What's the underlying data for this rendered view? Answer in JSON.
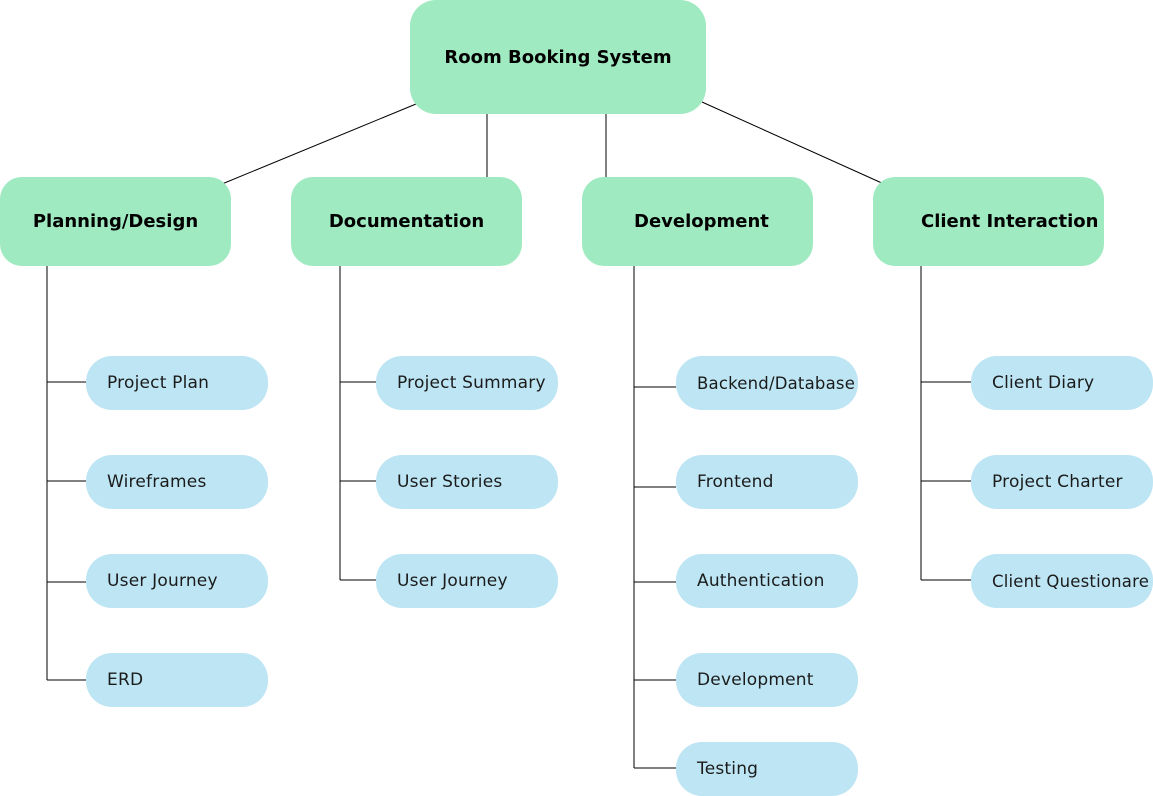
{
  "root": {
    "label": "Room Booking System"
  },
  "categories": [
    {
      "label": "Planning/Design",
      "items": [
        "Project Plan",
        "Wireframes",
        "User Journey",
        "ERD"
      ]
    },
    {
      "label": "Documentation",
      "items": [
        "Project Summary",
        "User Stories",
        "User Journey"
      ]
    },
    {
      "label": "Development",
      "items": [
        "Backend/Database",
        "Frontend",
        "Authentication",
        "Development",
        "Testing"
      ]
    },
    {
      "label": "Client Interaction",
      "items": [
        "Client Diary",
        "Project Charter",
        "Client Questionare"
      ]
    }
  ],
  "colors": {
    "category": "#a0eac2",
    "item": "#bde5f3",
    "connector": "#000000"
  }
}
